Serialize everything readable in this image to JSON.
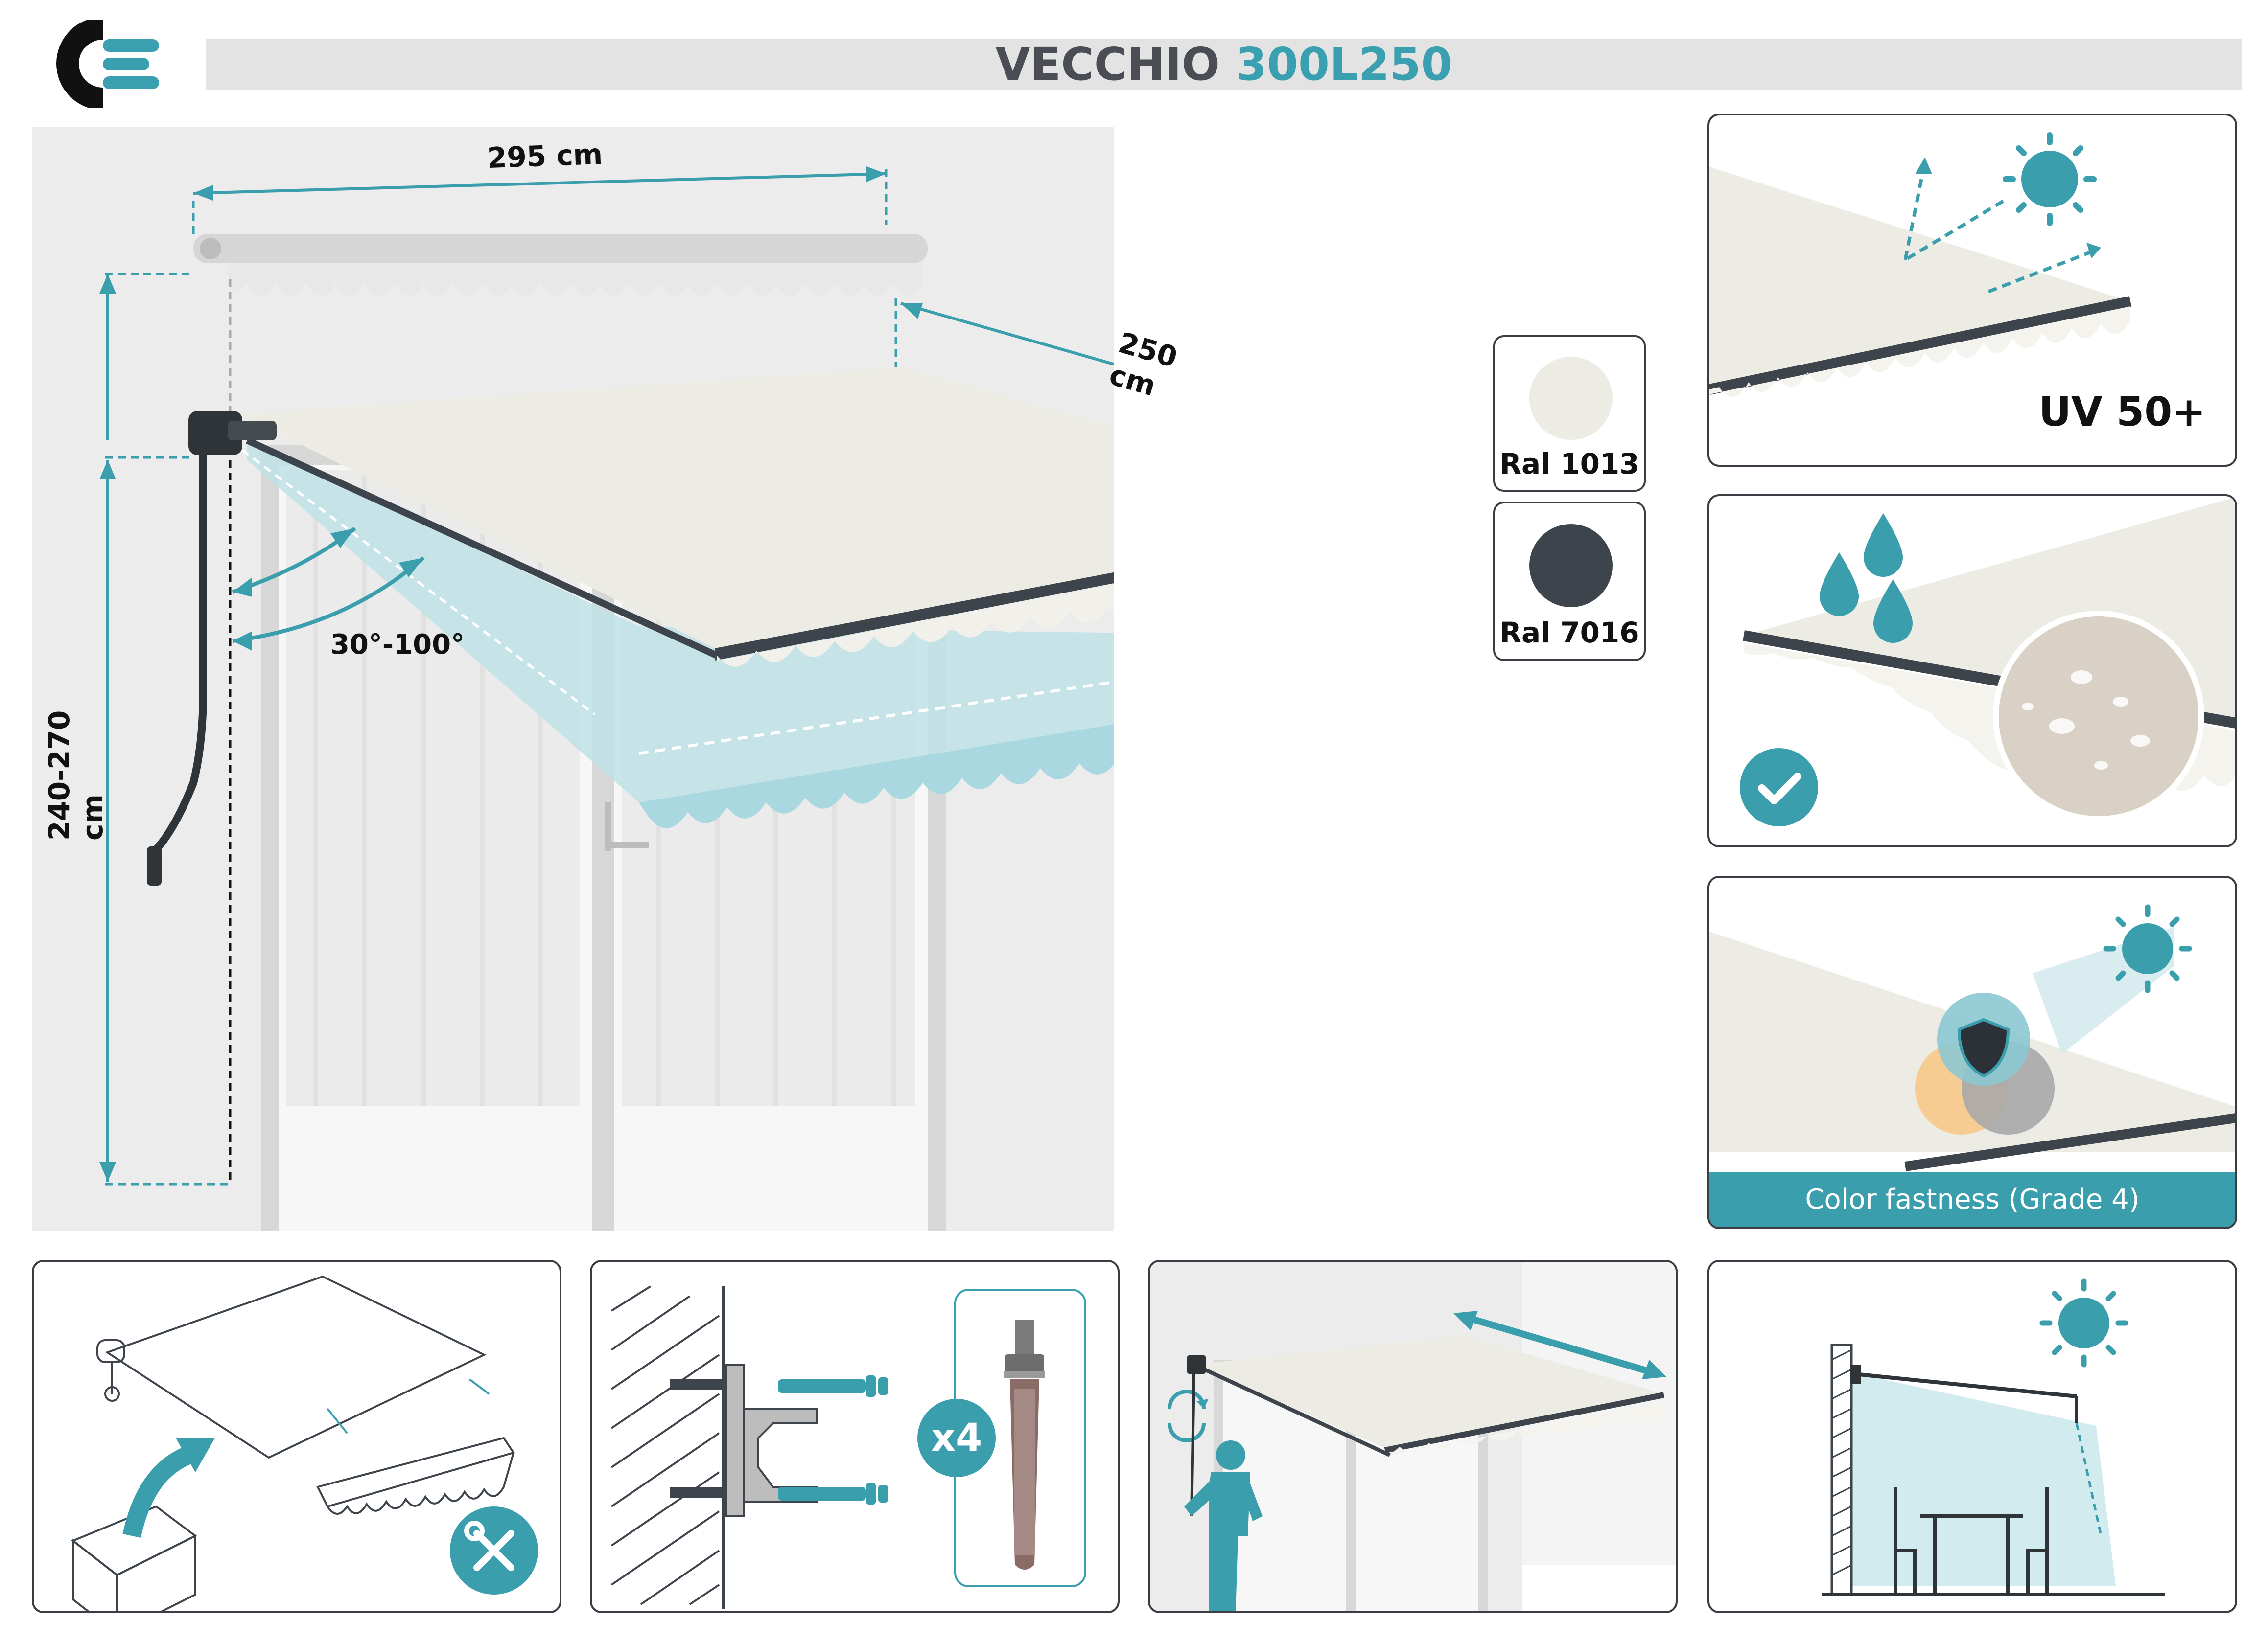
{
  "brand": {
    "logo_name": "ce-logo",
    "primary_color": "#111111",
    "accent_color": "#3aa0b0"
  },
  "title": {
    "prefix": "VECCHIO",
    "model": "300L250"
  },
  "main": {
    "width_label": "295 cm",
    "projection_label": "250 cm",
    "height_label": "240-270 cm",
    "angle_label": "30°-100°"
  },
  "colors": [
    {
      "name": "Ral 1013",
      "swatch": "#ecebe4"
    },
    {
      "name": "Ral 7016",
      "swatch": "#3e444b"
    }
  ],
  "features": {
    "uv": {
      "label": "UV 50+",
      "icon": "sun-icon"
    },
    "water": {
      "icon": "water-drops-icon",
      "badge": "check-icon"
    },
    "fastness": {
      "label": "Color fastness (Grade 4)",
      "icon": "shield-icon"
    }
  },
  "bottom": {
    "hardware_count": "x4",
    "icons": [
      "tools-icon",
      "bolt-icon",
      "crank-icon",
      "sun-icon"
    ]
  }
}
